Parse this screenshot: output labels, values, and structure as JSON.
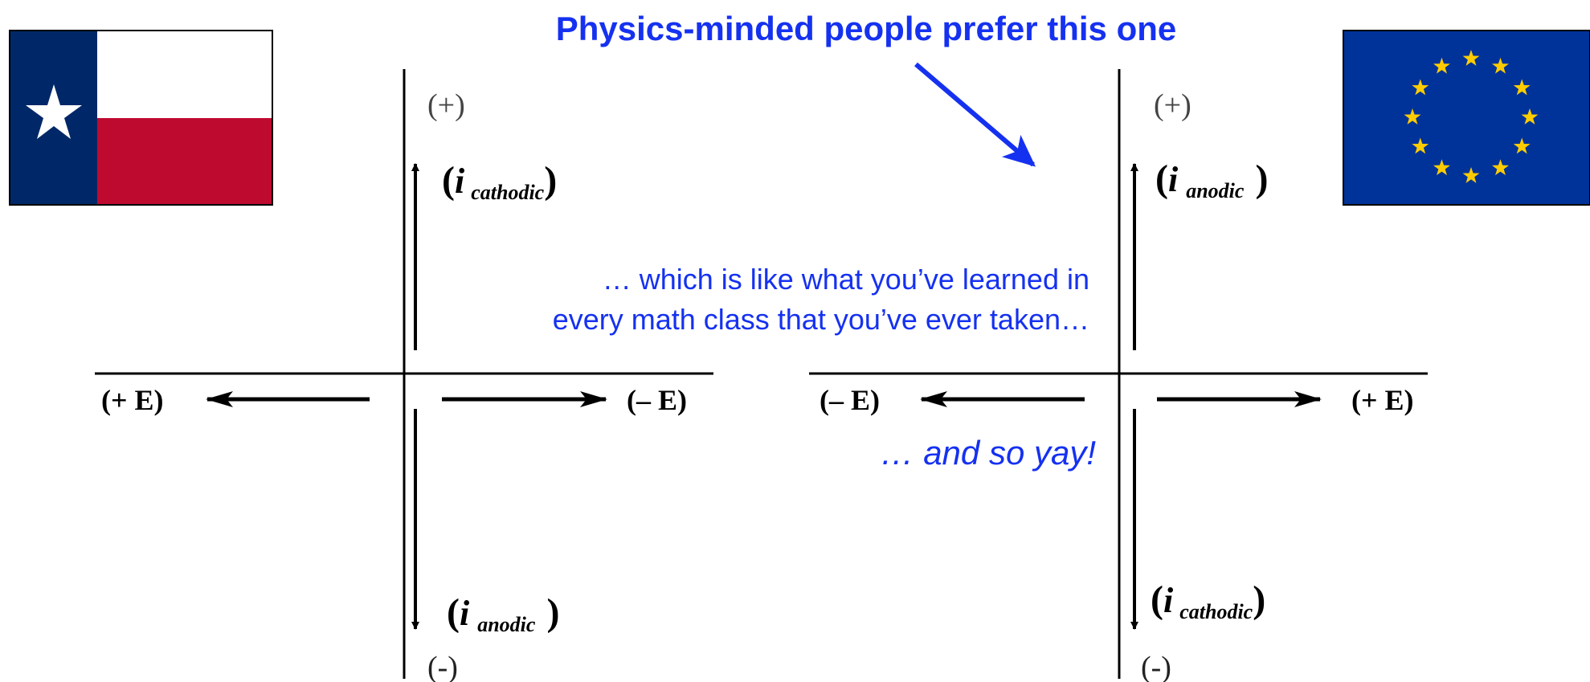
{
  "heading": "Physics-minded people prefer this one",
  "note_line1": "… which is like what you’ve learned in",
  "note_line2": "every math class that you’ve ever taken…",
  "note_yay": "… and so yay!",
  "left_diagram": {
    "top": "(+)",
    "bottom": "(-)",
    "left": "(+ E)",
    "right": "(– E)",
    "up_i": "i",
    "up_sub": "cathodic",
    "down_i": "i",
    "down_sub": "anodic",
    "open_paren": "(",
    "close_paren": ")"
  },
  "right_diagram": {
    "top": "(+)",
    "bottom": "(-)",
    "left": "(– E)",
    "right": "(+ E)",
    "up_i": "i",
    "up_sub": "anodic",
    "down_i": "i",
    "down_sub": "cathodic",
    "open_paren": "(",
    "close_paren": ")"
  },
  "icons": {
    "left_flag": "texas-flag-icon",
    "right_flag": "eu-flag-icon"
  },
  "colors": {
    "accent_blue": "#1531F0",
    "ink": "#000000",
    "texas_blue": "#002868",
    "texas_red": "#BF0A30",
    "eu_blue": "#003399",
    "eu_gold": "#FFCC00"
  }
}
